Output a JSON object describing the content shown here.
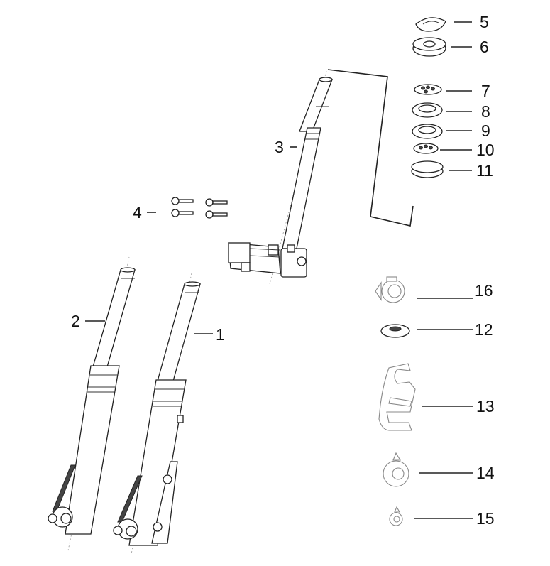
{
  "diagram": {
    "callouts": [
      {
        "id": "c1",
        "text": "1"
      },
      {
        "id": "c2",
        "text": "2"
      },
      {
        "id": "c3",
        "text": "3"
      },
      {
        "id": "c4",
        "text": "4"
      },
      {
        "id": "c5",
        "text": "5"
      },
      {
        "id": "c6",
        "text": "6"
      },
      {
        "id": "c7",
        "text": "7"
      },
      {
        "id": "c8",
        "text": "8"
      },
      {
        "id": "c9",
        "text": "9"
      },
      {
        "id": "c10",
        "text": "10"
      },
      {
        "id": "c11",
        "text": "11"
      },
      {
        "id": "c12",
        "text": "12"
      },
      {
        "id": "c13",
        "text": "13"
      },
      {
        "id": "c14",
        "text": "14"
      },
      {
        "id": "c15",
        "text": "15"
      },
      {
        "id": "c16",
        "text": "16"
      }
    ]
  }
}
